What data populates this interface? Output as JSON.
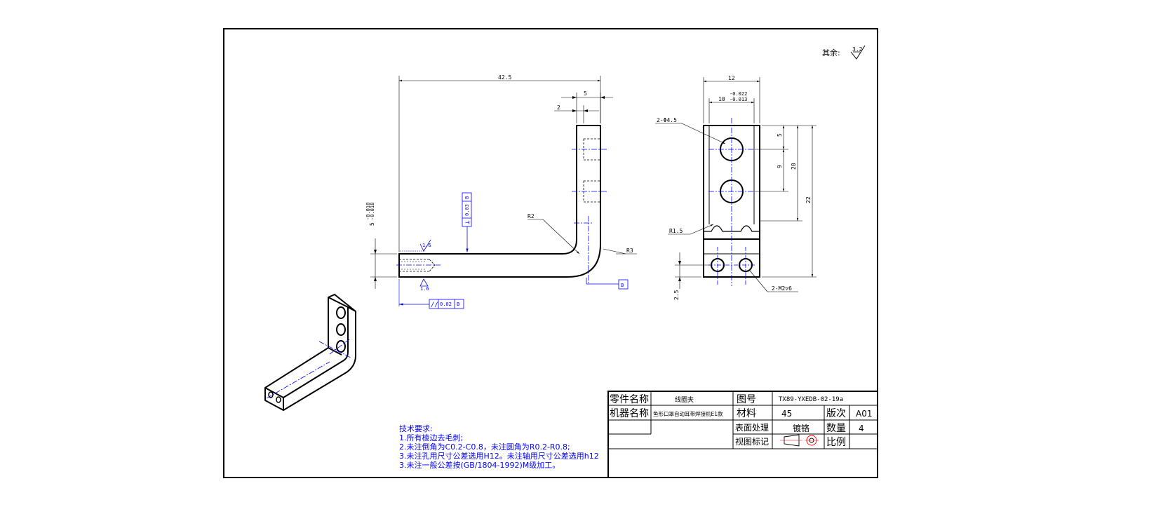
{
  "colors": {
    "line": "#000000",
    "annotation": "#0000ff",
    "background": "#ffffff"
  },
  "surface_note": {
    "label": "其余:",
    "roughness": "3.2"
  },
  "front_view": {
    "dims": {
      "overall_length": "42.5",
      "top_width": "5",
      "top_offset": "2",
      "thickness": "5",
      "thickness_tol_upper": "-0.010",
      "thickness_tol_lower": "-0.018",
      "radius_inner": "R2",
      "radius_outer": "R3"
    },
    "roughness_top": "1.6",
    "roughness_bottom": "1.6",
    "perpendicularity": {
      "symbol": "⊥",
      "value": "0.03",
      "datum": "B"
    },
    "parallelism": {
      "symbol": "//",
      "value": "0.02",
      "datum": "B"
    },
    "datum_label": "B"
  },
  "side_view": {
    "dims": {
      "width": "12",
      "inner_width": "10",
      "inner_tol_upper": "-0.022",
      "inner_tol_lower": "-0.013",
      "hole_spec": "2-Φ4.5",
      "top_to_hole": "5",
      "hole_pitch": "9",
      "to_slot": "20",
      "overall_height": "22",
      "slot_radius": "R1.5",
      "bottom_height": "2.5",
      "thread_spec": "2-M2▽6"
    }
  },
  "tech_requirements": {
    "title": "技术要求:",
    "items": [
      "1.所有棱边去毛刺;",
      "2.未注倒角为C0.2-C0.8，未注圆角为R0.2-R0.8;",
      "3.未注孔用尺寸公差选用H12。未注轴用尺寸公差选用h12",
      "3.未注一般公差按(GB/1804-1992)M级加工。"
    ]
  },
  "title_block": {
    "part_name_label": "零件名称",
    "part_name": "线圈夹",
    "drawing_no_label": "图号",
    "drawing_no": "TX89-YXEDB-02-19a",
    "machine_name_label": "机器名称",
    "machine_name": "鱼形口罩自动耳带焊接机E1款",
    "material_label": "材料",
    "material": "45",
    "version_label": "版次",
    "version": "A01",
    "surface_label": "表面处理",
    "surface": "镀铬",
    "quantity_label": "数量",
    "quantity": "4",
    "view_label": "视图标记",
    "scale_label": "比例",
    "scale": ""
  }
}
